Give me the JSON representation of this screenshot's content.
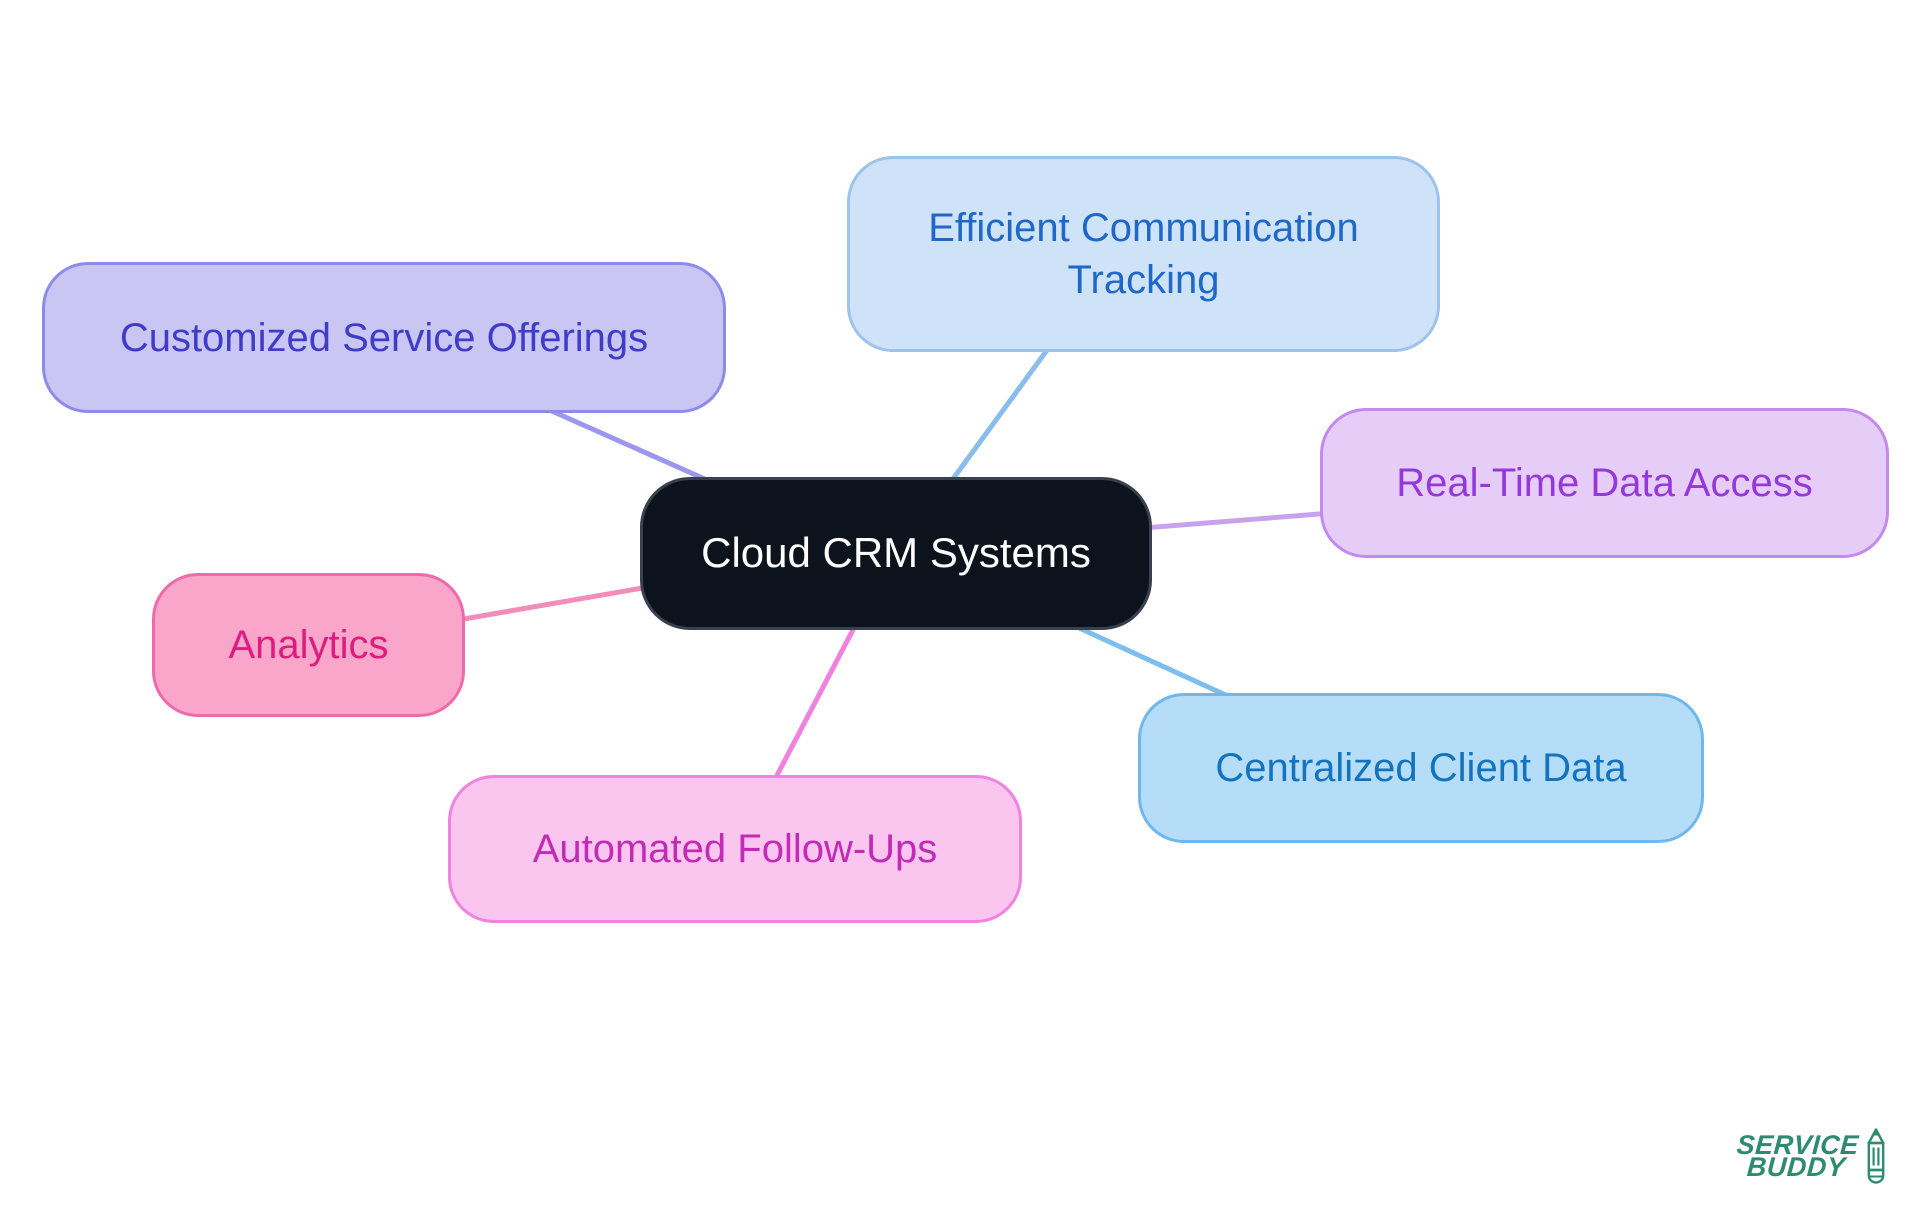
{
  "diagram": {
    "type": "mindmap",
    "background_color": "#ffffff",
    "center": {
      "label": "Cloud CRM Systems",
      "fill": "#0d131d",
      "border": "#3a414e",
      "text_color": "#ffffff"
    },
    "branches": [
      {
        "label": "Efficient Communication Tracking",
        "fill": "#cee2f8",
        "border": "#9cc3ec",
        "text_color": "#1f68c8",
        "connector_color": "#8abcec"
      },
      {
        "label": "Real-Time Data Access",
        "fill": "#e6cdf8",
        "border": "#c489ec",
        "text_color": "#9538db",
        "connector_color": "#c9a2ee"
      },
      {
        "label": "Centralized Client Data",
        "fill": "#b6ddf8",
        "border": "#70b8ec",
        "text_color": "#1473be",
        "connector_color": "#7cbeef"
      },
      {
        "label": "Automated Follow-Ups",
        "fill": "#fac6ef",
        "border": "#ef83df",
        "text_color": "#c32bb5",
        "connector_color": "#ef82df"
      },
      {
        "label": "Analytics",
        "fill": "#f9a6ca",
        "border": "#ef6aaa",
        "text_color": "#de1b7e",
        "connector_color": "#f18cbb"
      },
      {
        "label": "Customized Service Offerings",
        "fill": "#c9c6f4",
        "border": "#8d8ae9",
        "text_color": "#403cc8",
        "connector_color": "#9b97ee"
      }
    ],
    "watermark": {
      "line1": "SERVICE",
      "line2": "BUDDY",
      "color": "#2e8c6e",
      "icon": "pencil-icon"
    }
  }
}
